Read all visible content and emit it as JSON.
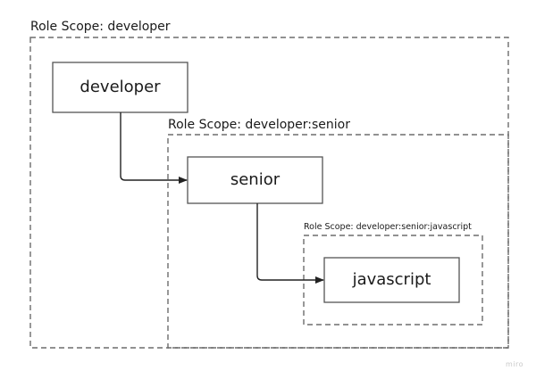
{
  "diagram": {
    "scopes": [
      {
        "label": "Role Scope: developer"
      },
      {
        "label": "Role Scope: developer:senior"
      },
      {
        "label": "Role Scope: developer:senior:javascript"
      }
    ],
    "nodes": [
      {
        "label": "developer"
      },
      {
        "label": "senior"
      },
      {
        "label": "javascript"
      }
    ],
    "edges": [
      {
        "from": "developer",
        "to": "senior"
      },
      {
        "from": "senior",
        "to": "javascript"
      }
    ],
    "colors": {
      "stroke": "#555555",
      "dash": "#6d6d6d",
      "arrow": "#222222",
      "watermark": "#c9c9c9"
    }
  },
  "watermark": "miro"
}
